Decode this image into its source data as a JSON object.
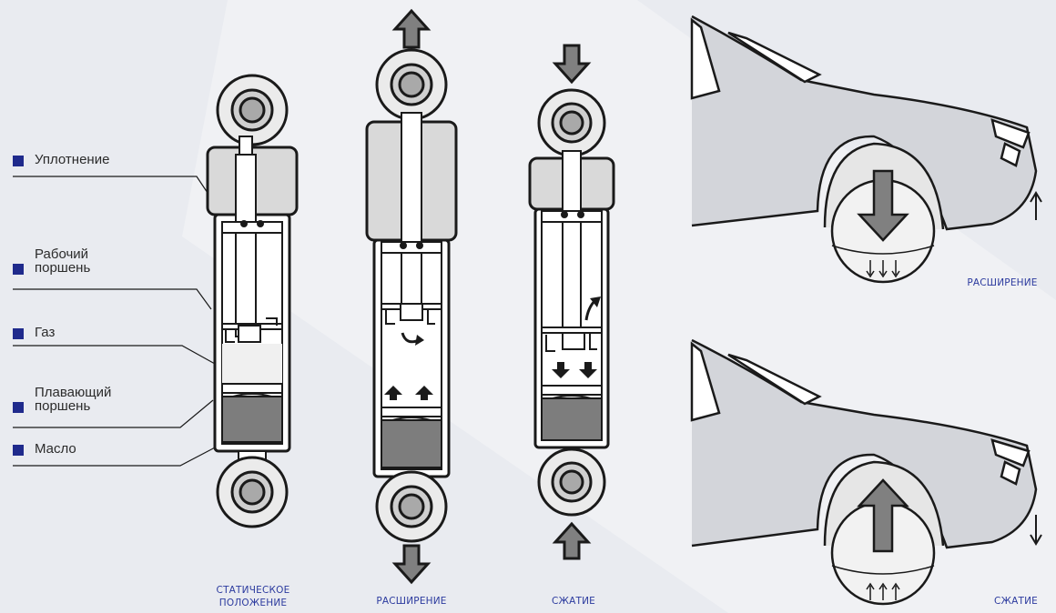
{
  "labels": {
    "seal": "Уплотнение",
    "working_piston": "Рабочий\nпоршень",
    "gas": "Газ",
    "floating_piston": "Плавающий\nпоршень",
    "oil": "Масло"
  },
  "captions": {
    "static": "СТАТИЧЕСКОЕ\nПОЛОЖЕНИЕ",
    "extension": "РАСШИРЕНИЕ",
    "compression": "СЖАТИЕ",
    "car_extension": "РАСШИРЕНИЕ",
    "car_compression": "СЖАТИЕ"
  },
  "colors": {
    "background": "#e9ebf0",
    "outline": "#1a1a1a",
    "fill_gray": "#d9d9d9",
    "oil_gray": "#7d7d7d",
    "arrow_gray": "#808080",
    "label_square": "#1f2a8c",
    "caption_blue": "#2b3a9e"
  }
}
